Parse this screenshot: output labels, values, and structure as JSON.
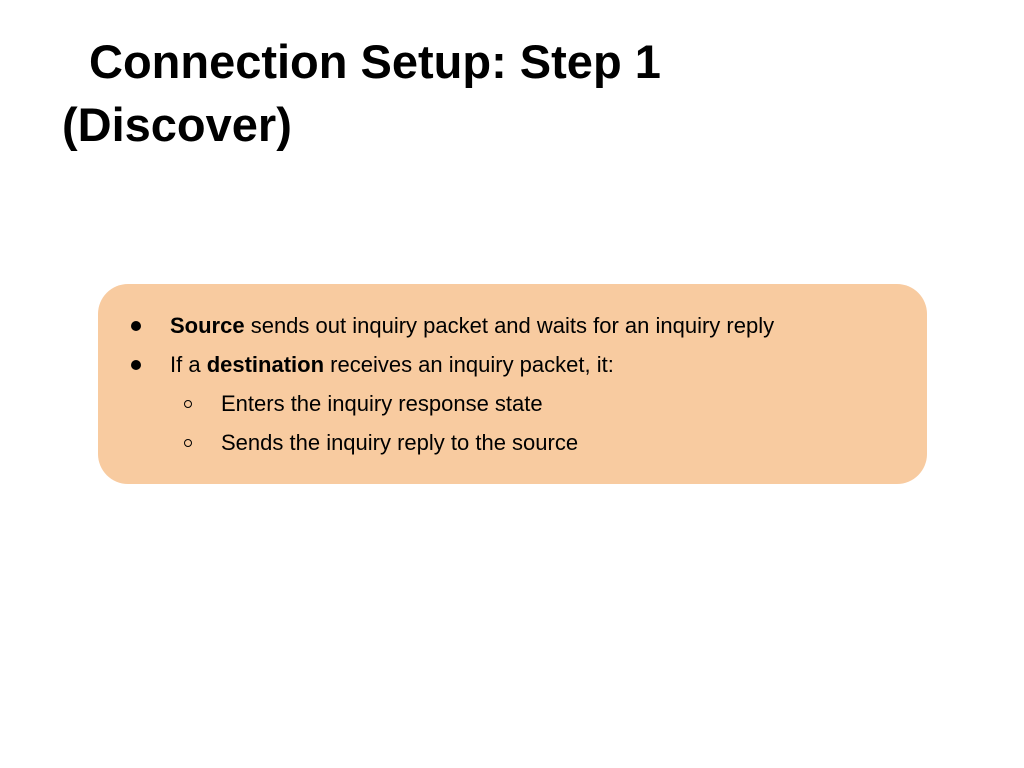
{
  "slide": {
    "title_line1": "Connection Setup: Step 1",
    "title_line2": "(Discover)"
  },
  "box": {
    "background": "#f8cba0",
    "bullets": [
      {
        "bold": "Source",
        "rest": " sends out inquiry packet and waits for an inquiry reply"
      },
      {
        "pre": "If a ",
        "bold": "destination",
        "rest": " receives an inquiry packet, it:"
      }
    ],
    "sub_bullets": [
      {
        "text": "Enters the inquiry response state"
      },
      {
        "text": "Sends the inquiry reply to the source"
      }
    ]
  }
}
